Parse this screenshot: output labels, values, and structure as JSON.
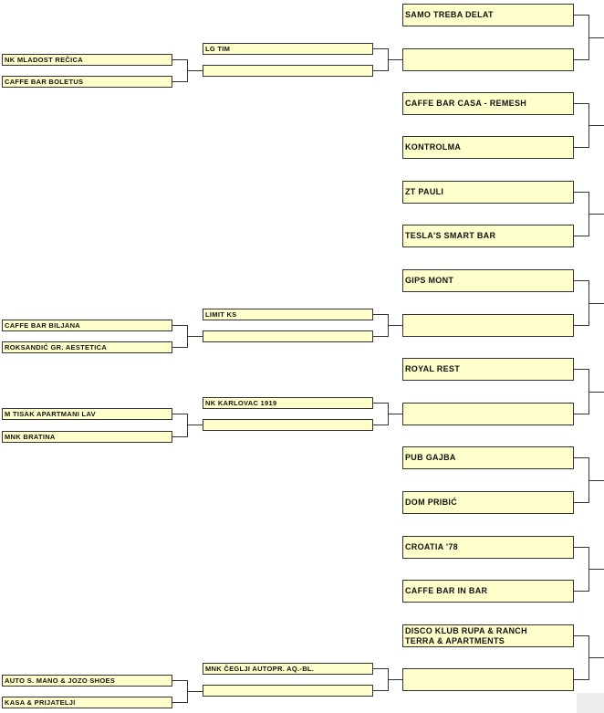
{
  "bracket": {
    "round1": [
      "NK MLADOST REČICA",
      "CAFFE BAR BOLETUS",
      "CAFFE BAR BILJANA",
      "ROKSANDIĆ GR. AESTETICA",
      "M TISAK APARTMANI LAV",
      "MNK BRATINA",
      "AUTO S. MANO & JOZO SHOES",
      "KASA & PRIJATELJI"
    ],
    "round2": [
      "LG TIM",
      "",
      "LIMIT KS",
      "",
      "NK KARLOVAC 1919",
      "",
      "MNK ČEGLJI AUTOPR. AQ.-BL.",
      ""
    ],
    "round3": [
      "SAMO TREBA DELAT",
      "",
      "CAFFE BAR CASA - REMESH",
      "KONTROLMA",
      "ZT PAULI",
      "TESLA'S SMART BAR",
      "GIPS MONT",
      "",
      "ROYAL REST",
      "",
      "PUB GAJBA",
      "DOM PRIBIĆ",
      "CROATIA '78",
      "CAFFE BAR IN BAR",
      "DISCO KLUB RUPA & RANCH\nTERRA & APARTMENTS",
      ""
    ]
  }
}
